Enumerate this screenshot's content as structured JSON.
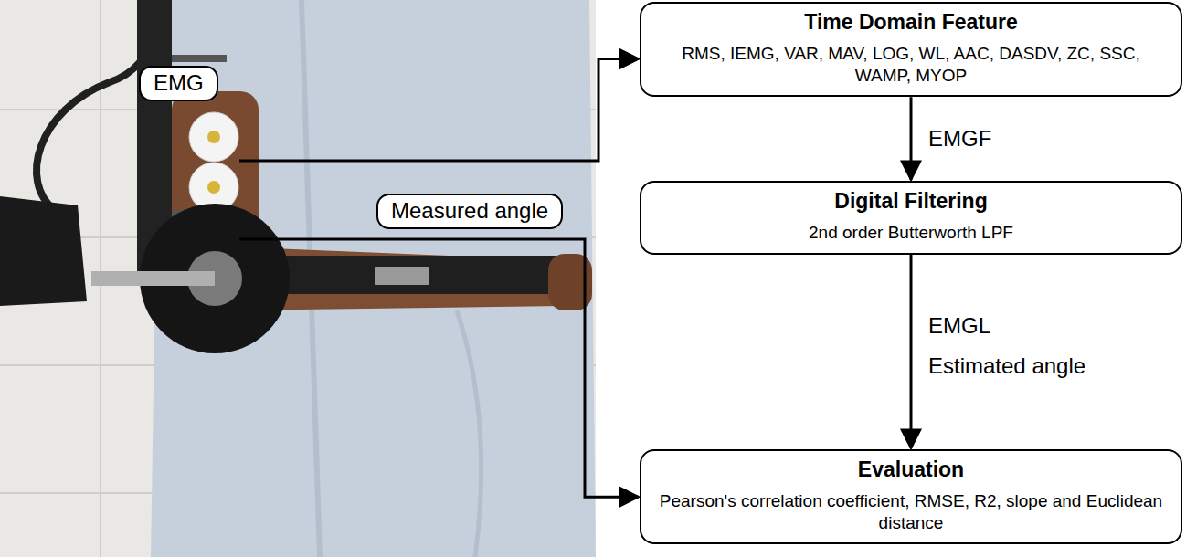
{
  "diagram": {
    "nodes": [
      {
        "text": [
          "EMG"
        ]
      },
      {
        "text": [
          "Measured angle"
        ]
      },
      {
        "text": [
          "Time Domain Feature",
          "RMS, IEMG, VAR, MAV, LOG, WL, AAC, DASDV, ZC, SSC, WAMP, MYOP"
        ]
      },
      {
        "text": [
          "Digital Filtering",
          "2nd order Butterworth LPF"
        ]
      },
      {
        "text": [
          "Evaluation",
          "Pearson's correlation coefficient, RMSE, R2, slope and Euclidean distance"
        ]
      }
    ],
    "edges": [
      {
        "from": 2,
        "to": 3,
        "label": "EMGF",
        "arrow": "to"
      },
      {
        "from": 3,
        "to": 4,
        "label": "EMGL",
        "arrow": "to"
      }
    ],
    "labels": [
      "Estimated angle"
    ]
  }
}
